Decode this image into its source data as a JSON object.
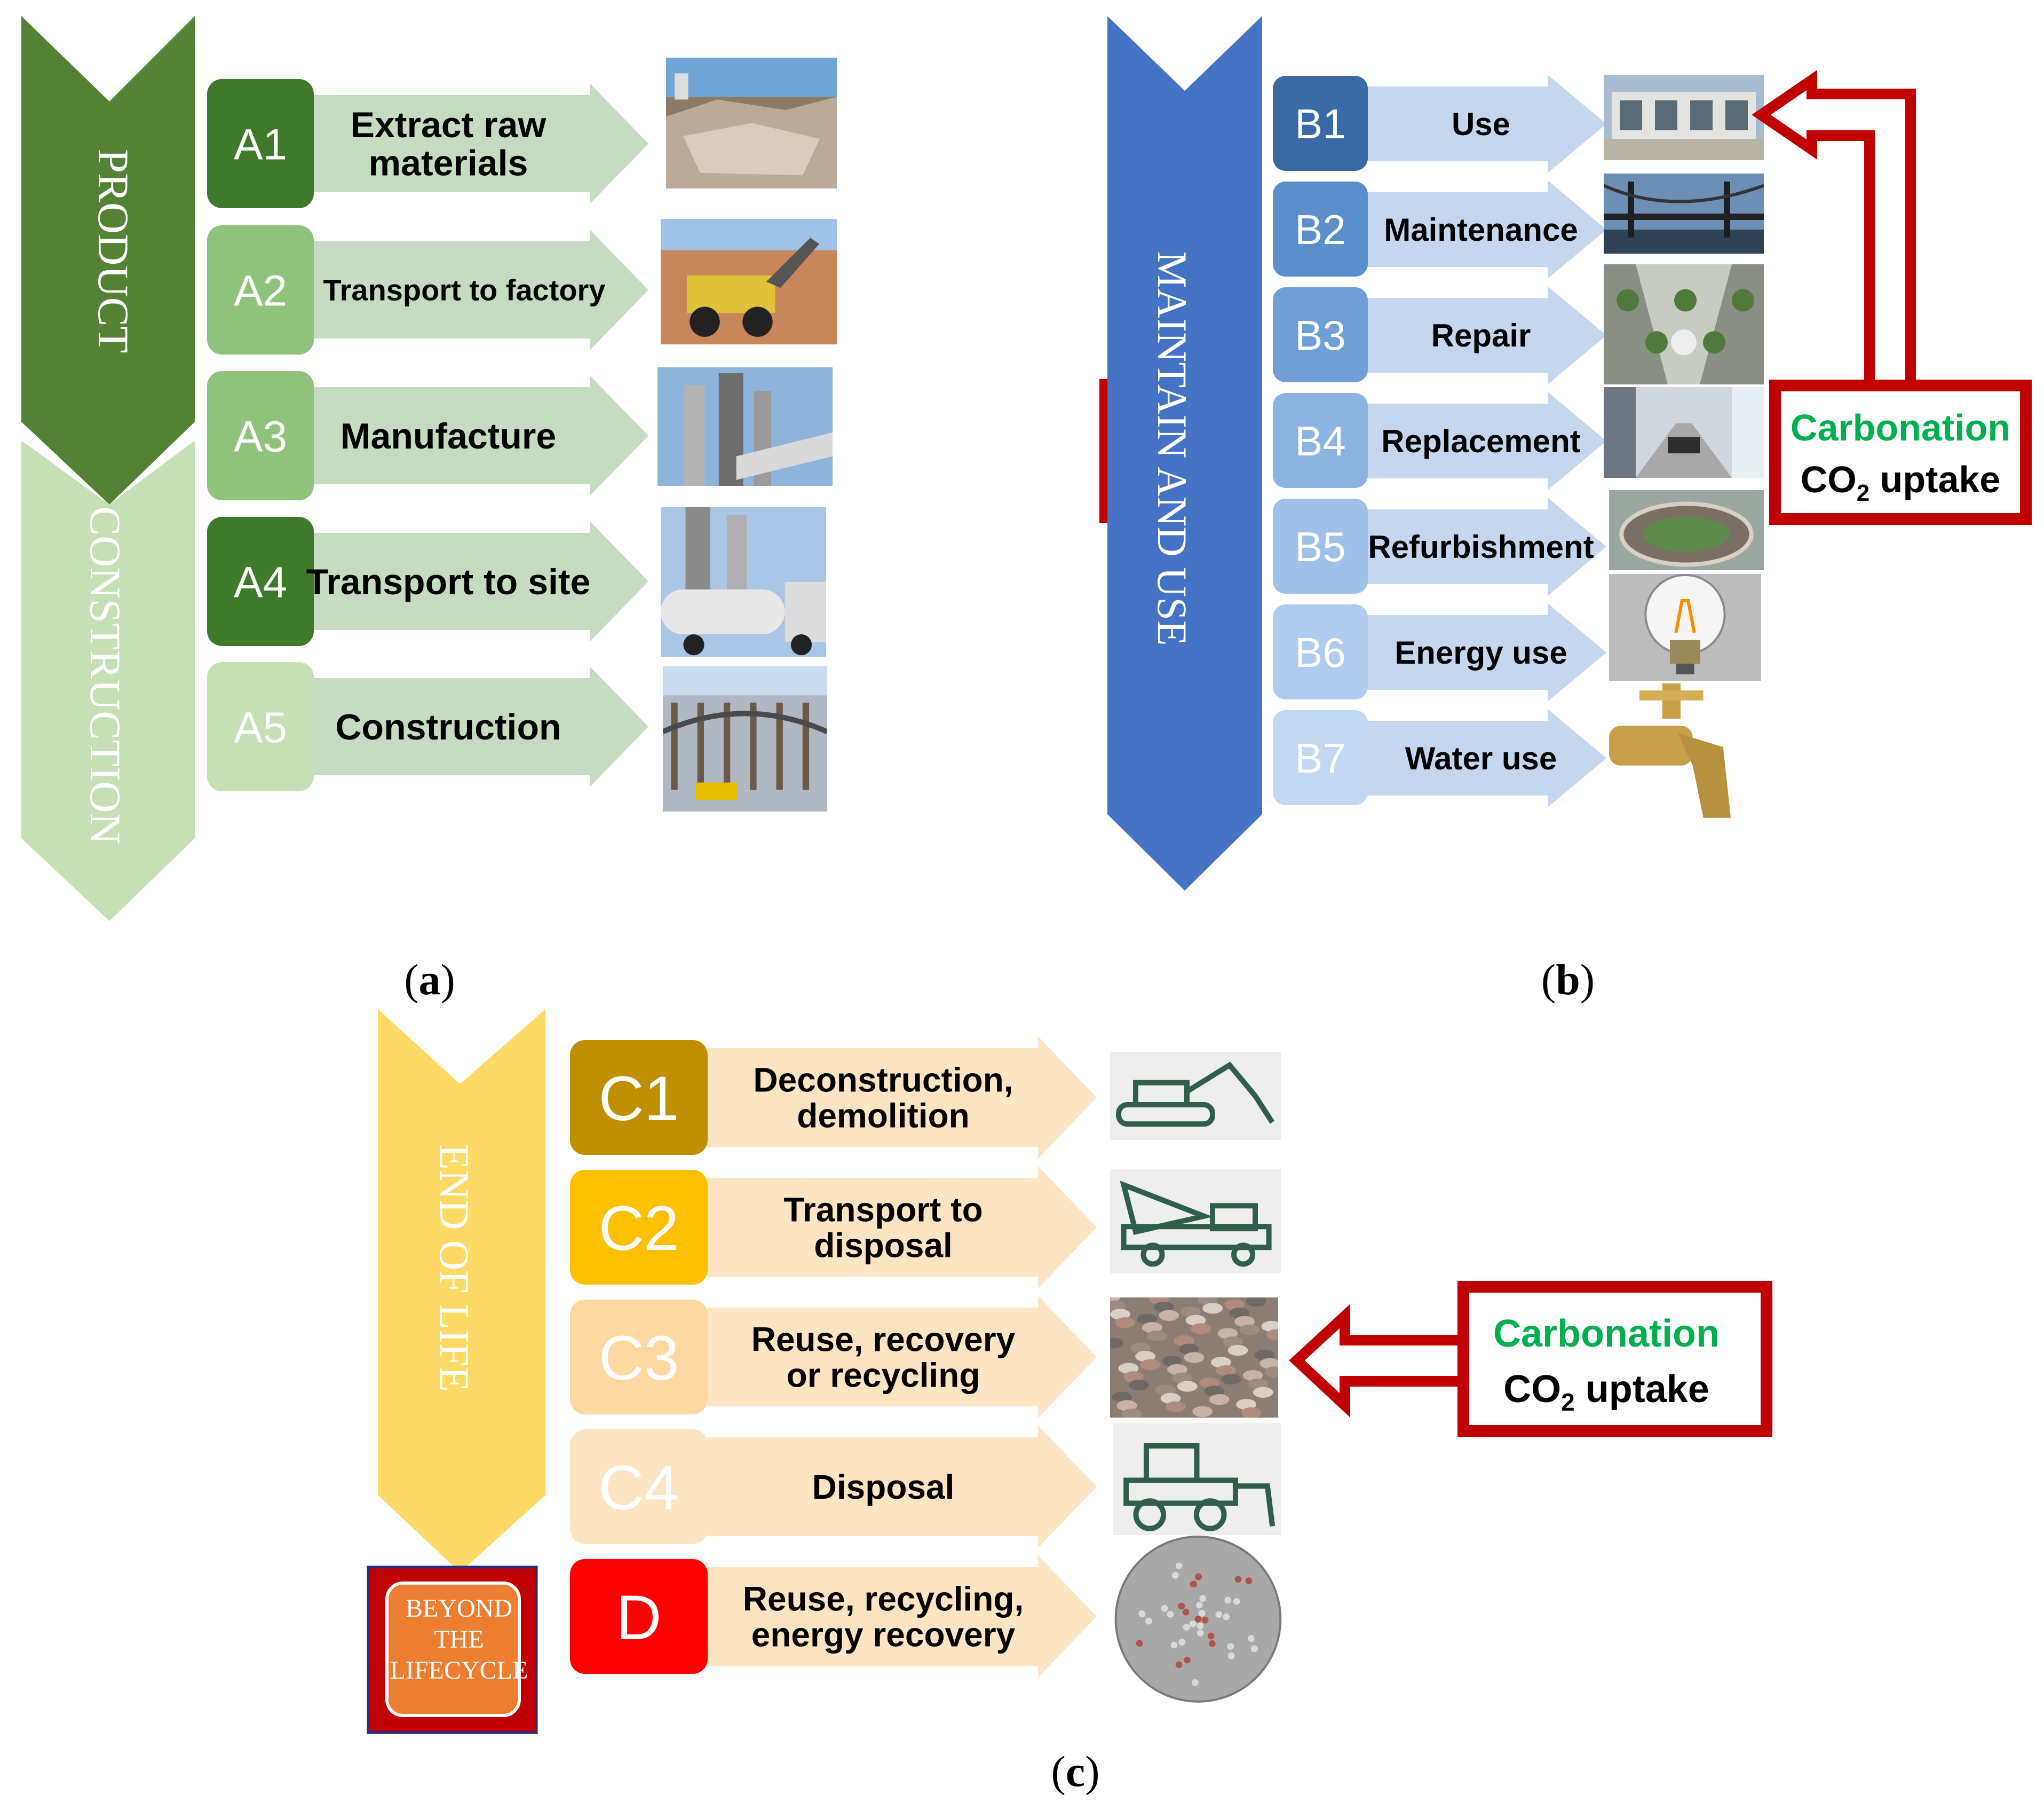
{
  "panels": {
    "a": {
      "caption_letter": "a",
      "chevrons": [
        {
          "label": "PRODUCT",
          "fill": "#548235",
          "text_color": "#ffffff"
        },
        {
          "label": "CONSTRUCTION",
          "fill": "#c5e0b4",
          "text_color": "#ffffff"
        }
      ],
      "arrow_color": "#c5dcc0",
      "stages": [
        {
          "code": "A1",
          "label": "Extract raw materials",
          "lines": [
            "Extract raw",
            "materials"
          ],
          "badge_color": "#3f7a2b",
          "code_color": "#ffffff",
          "image": "quarry"
        },
        {
          "code": "A2",
          "label": "Transport to factory",
          "lines": [
            "Transport to factory"
          ],
          "badge_color": "#8fc27a",
          "code_color": "#ffffff",
          "image": "mining-truck"
        },
        {
          "code": "A3",
          "label": "Manufacture",
          "lines": [
            "Manufacture"
          ],
          "badge_color": "#8fc27a",
          "code_color": "#ffffff",
          "image": "cement-plant"
        },
        {
          "code": "A4",
          "label": "Transport to site",
          "lines": [
            "Transport to site"
          ],
          "badge_color": "#3f7a2b",
          "code_color": "#ffffff",
          "image": "cement-truck"
        },
        {
          "code": "A5",
          "label": "Construction",
          "lines": [
            "Construction"
          ],
          "badge_color": "#c5e0b4",
          "code_color": "#ffffff",
          "image": "construction-site"
        }
      ]
    },
    "b": {
      "caption_letter": "b",
      "chevron": {
        "label": "MAINTAIN AND USE",
        "fill": "#4472c4",
        "text_color": "#ffffff"
      },
      "arrow_color": "#c5d7ee",
      "stages": [
        {
          "code": "B1",
          "label": "Use",
          "badge_color": "#3a6aa5",
          "code_color": "#ffffff",
          "image": "building"
        },
        {
          "code": "B2",
          "label": "Maintenance",
          "badge_color": "#5b8fcb",
          "code_color": "#ffffff",
          "image": "bridge"
        },
        {
          "code": "B3",
          "label": "Repair",
          "badge_color": "#6f9fd6",
          "code_color": "#ffffff",
          "image": "atrium"
        },
        {
          "code": "B4",
          "label": "Replacement",
          "badge_color": "#8cb4e2",
          "code_color": "#ffffff",
          "image": "interior"
        },
        {
          "code": "B5",
          "label": "Refurbishment",
          "badge_color": "#9fc0e8",
          "code_color": "#ffffff",
          "image": "stadium"
        },
        {
          "code": "B6",
          "label": "Energy use",
          "badge_color": "#afcbed",
          "code_color": "#ffffff",
          "image": "light-bulb"
        },
        {
          "code": "B7",
          "label": "Water use",
          "badge_color": "#c2d7f1",
          "code_color": "#ffffff",
          "image": "water-tap"
        }
      ],
      "carbonation": {
        "title": "Carbonation",
        "co2_prefix": "CO",
        "co2_sub": "2",
        "co2_suffix": " uptake",
        "title_color": "#00b050",
        "border_color": "#c00000"
      }
    },
    "c": {
      "caption_letter": "c",
      "chevron": {
        "label": "END OF LIFE",
        "fill": "#ffd966",
        "text_color": "#ffffff"
      },
      "beyond": {
        "lines": [
          "BEYOND",
          "THE",
          "LIFECYCLE"
        ],
        "fill": "#ed7d31",
        "border_color": "#c00000"
      },
      "arrow_color": "#fde4c2",
      "stages": [
        {
          "code": "C1",
          "label": "Deconstruction, demolition",
          "lines": [
            "Deconstruction,",
            "demolition"
          ],
          "badge_color": "#bf8f00",
          "code_color": "#ffffff",
          "image": "excavator-sketch"
        },
        {
          "code": "C2",
          "label": "Transport to disposal",
          "lines": [
            "Transport to",
            "disposal"
          ],
          "badge_color": "#ffc000",
          "code_color": "#ffffff",
          "image": "dump-truck-sketch"
        },
        {
          "code": "C3",
          "label": "Reuse, recovery or recycling",
          "lines": [
            "Reuse, recovery",
            "or recycling"
          ],
          "badge_color": "#fdd8a0",
          "code_color": "#ffffff",
          "image": "aggregate"
        },
        {
          "code": "C4",
          "label": "Disposal",
          "lines": [
            "Disposal"
          ],
          "badge_color": "#fde4c2",
          "code_color": "#ffffff",
          "image": "loader-sketch"
        },
        {
          "code": "D",
          "label": "Reuse, recycling, energy recovery",
          "lines": [
            "Reuse, recycling,",
            "energy recovery"
          ],
          "badge_color": "#ff0000",
          "code_color": "#ffffff",
          "image": "concrete-core"
        }
      ],
      "carbonation": {
        "title": "Carbonation",
        "co2_prefix": "CO",
        "co2_sub": "2",
        "co2_suffix": " uptake",
        "title_color": "#00b050",
        "border_color": "#c00000"
      }
    }
  }
}
